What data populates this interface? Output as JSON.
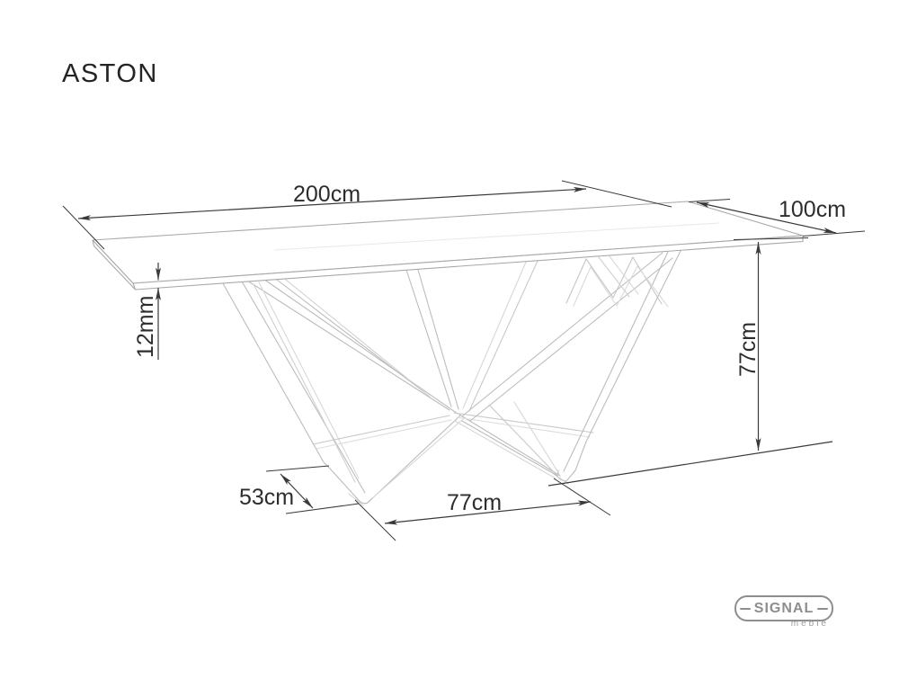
{
  "title": "ASTON",
  "dimensions": {
    "length": "200cm",
    "depth": "100cm",
    "top_thickness": "12mm",
    "height": "77cm",
    "base_foot_depth": "53cm",
    "base_span": "77cm"
  },
  "logo": {
    "brand": "SIGNAL",
    "subtitle": "meble"
  },
  "colors": {
    "background": "#ffffff",
    "dimension_lines": "#3a3a3a",
    "label_text": "#2d2d2d",
    "title_text": "#242424",
    "tabletop_outline": "#a9a9a9",
    "base_outline": "#bcbcbc",
    "logo_gray": "#8e8e8e"
  }
}
